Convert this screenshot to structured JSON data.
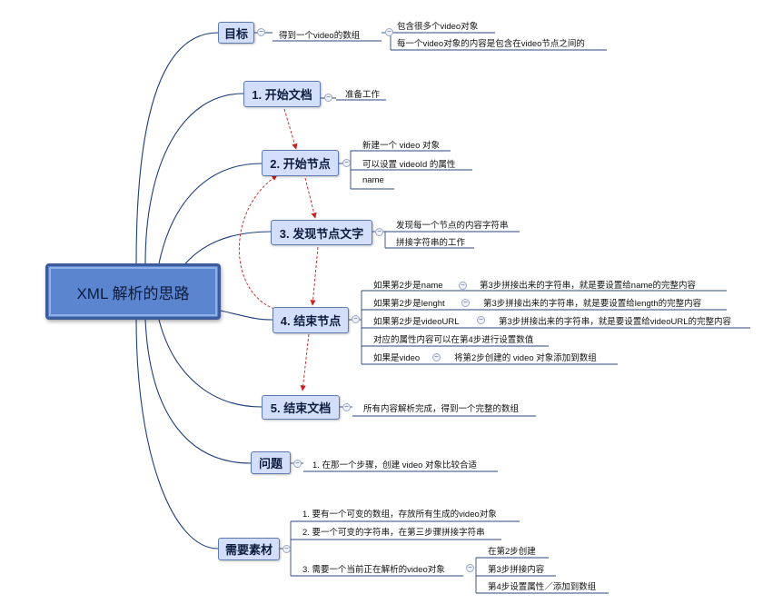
{
  "root": {
    "label": "XML 解析的思路"
  },
  "topics": [
    {
      "label": "目标",
      "children": [
        {
          "label": "得到一个video的数组",
          "children": [
            {
              "label": "包含很多个video对象"
            },
            {
              "label": "每一个video对象的内容是包含在video节点之间的"
            }
          ]
        }
      ]
    },
    {
      "label": "1. 开始文档",
      "children": [
        {
          "label": "准备工作"
        }
      ]
    },
    {
      "label": "2. 开始节点",
      "children": [
        {
          "label": "新建一个 video 对象"
        },
        {
          "label": "可以设置 videoId 的属性"
        },
        {
          "label": "name"
        }
      ]
    },
    {
      "label": "3. 发现节点文字",
      "children": [
        {
          "label": "发现每一个节点的内容字符串"
        },
        {
          "label": "拼接字符串的工作"
        }
      ]
    },
    {
      "label": "4. 结束节点",
      "children": [
        {
          "label": "如果第2步是name",
          "children": [
            {
              "label": "第3步拼接出来的字符串，就是要设置给name的完整内容"
            }
          ]
        },
        {
          "label": "如果第2步是lenght",
          "children": [
            {
              "label": "第3步拼接出来的字符串，就是要设置给length的完整内容"
            }
          ]
        },
        {
          "label": "如果第2步是videoURL",
          "children": [
            {
              "label": "第3步拼接出来的字符串，就是要设置给videoURL的完整内容"
            }
          ]
        },
        {
          "label": "对应的属性内容可以在第4步进行设置数值"
        },
        {
          "label": "如果是video",
          "children": [
            {
              "label": "将第2步创建的 video 对象添加到数组"
            }
          ]
        }
      ]
    },
    {
      "label": "5. 结束文档",
      "children": [
        {
          "label": "所有内容解析完成，得到一个完整的数组"
        }
      ]
    },
    {
      "label": "问题",
      "children": [
        {
          "label": "1. 在那一个步骤，创建 video 对象比较合适"
        }
      ]
    },
    {
      "label": "需要素材",
      "children": [
        {
          "label": "1. 要有一个可变的数组，存放所有生成的video对象"
        },
        {
          "label": "2. 要一个可变的字符串，在第三步骤拼接字符串"
        },
        {
          "label": "3. 需要一个当前正在解析的video对象",
          "children": [
            {
              "label": "在第2步创建"
            },
            {
              "label": "第3步拼接内容"
            },
            {
              "label": "第4步设置属性／添加到数组"
            }
          ]
        }
      ]
    }
  ],
  "colors": {
    "branch": "#1f3f7a",
    "leaf_line": "#2b4780",
    "relation": "#c8201c",
    "node_fill": "#d3dffa",
    "root_fill": "#5b86cf"
  }
}
